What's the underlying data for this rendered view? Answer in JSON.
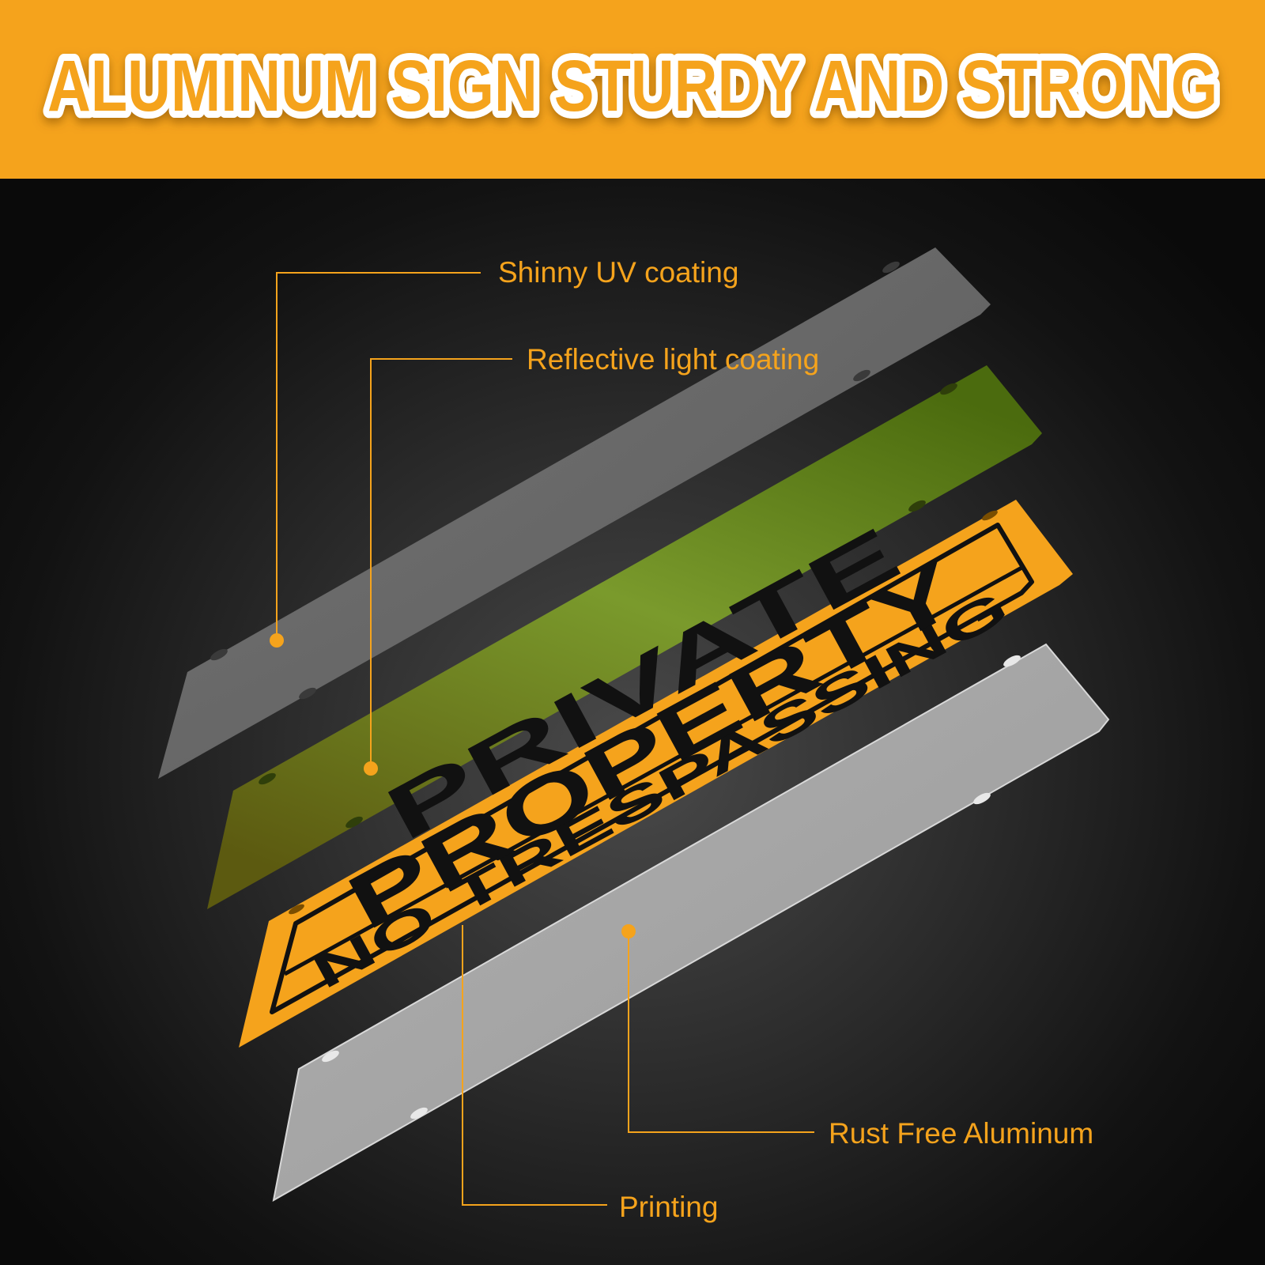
{
  "header": {
    "title": "ALUMINUM SIGN STURDY AND STRONG"
  },
  "sign": {
    "line1": "PRIVATE",
    "line2": "PROPERTY",
    "line3": "NO TRESPASSING"
  },
  "layers": [
    {
      "label": "Shinny UV coating"
    },
    {
      "label": "Reflective light coating"
    },
    {
      "label": "Printing"
    },
    {
      "label": "Rust Free Aluminum"
    }
  ],
  "colors": {
    "accent": "#f5a31c",
    "sign_yellow": "#f5a31c",
    "reflective_green": "#6f8f2a",
    "uv_gray": "#707070",
    "aluminum": "#a6a6a6"
  }
}
